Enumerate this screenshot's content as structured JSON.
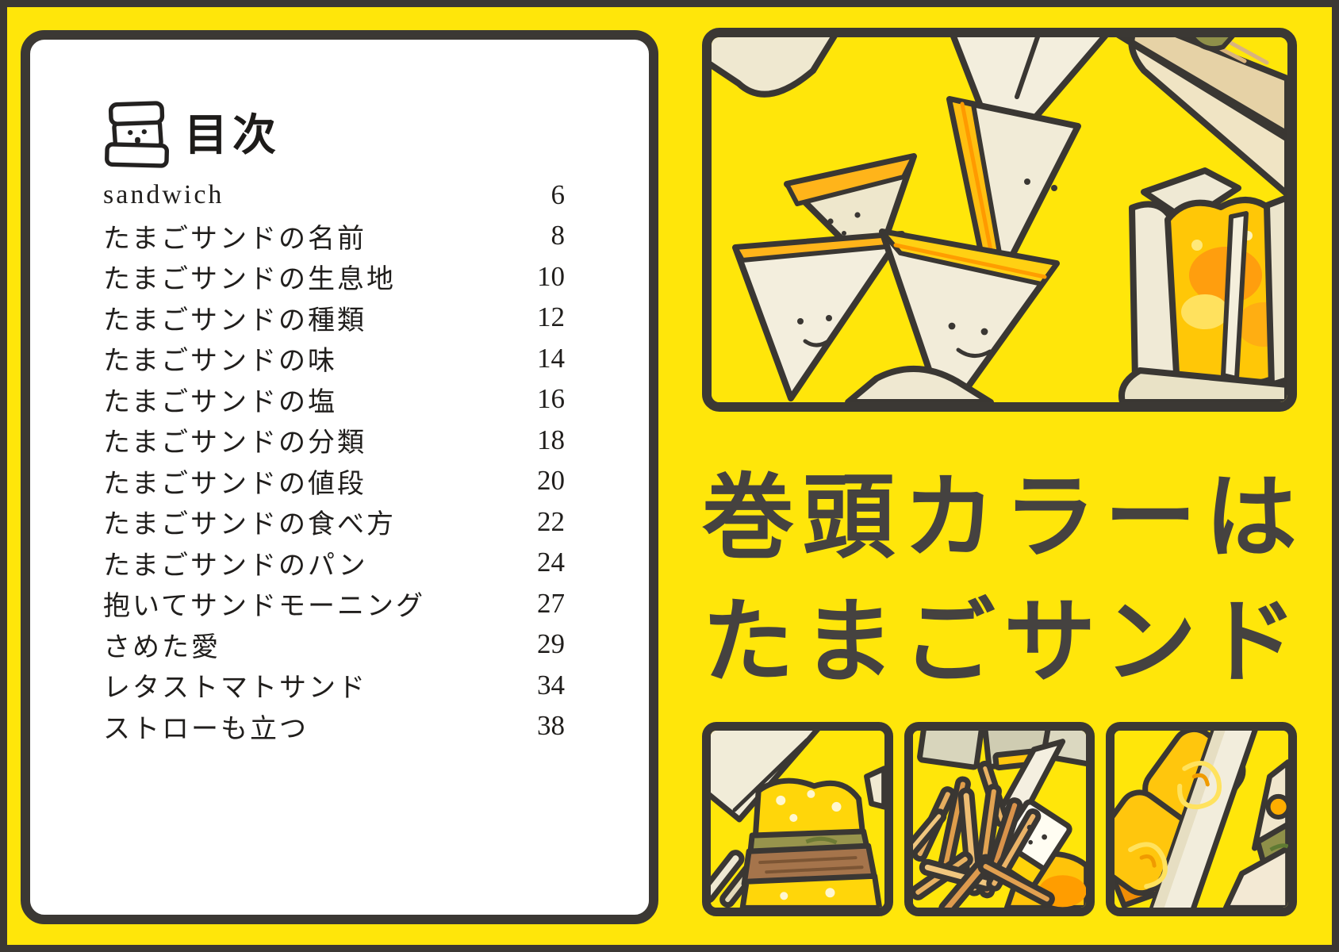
{
  "toc": {
    "heading": "目次",
    "icon": "sandwich-stack-icon",
    "items": [
      {
        "title": "sandwich",
        "page": "6"
      },
      {
        "title": "たまごサンドの名前",
        "page": "8"
      },
      {
        "title": "たまごサンドの生息地",
        "page": "10"
      },
      {
        "title": "たまごサンドの種類",
        "page": "12"
      },
      {
        "title": "たまごサンドの味",
        "page": "14"
      },
      {
        "title": "たまごサンドの塩",
        "page": "16"
      },
      {
        "title": "たまごサンドの分類",
        "page": "18"
      },
      {
        "title": "たまごサンドの値段",
        "page": "20"
      },
      {
        "title": "たまごサンドの食べ方",
        "page": "22"
      },
      {
        "title": "たまごサンドのパン",
        "page": "24"
      },
      {
        "title": "抱いてサンドモーニング",
        "page": "27"
      },
      {
        "title": "さめた愛",
        "page": "29"
      },
      {
        "title": "レタストマトサンド",
        "page": "34"
      },
      {
        "title": "ストローも立つ",
        "page": "38"
      }
    ]
  },
  "headline": {
    "line1": "巻頭カラーは",
    "line2": "たまごサンド"
  },
  "illustrations": {
    "hero": "egg-sandwich-collage",
    "thumb1": "sandwich-wedge-and-egg-sandwich",
    "thumb2": "fries-and-sandwich-box",
    "thumb3": "tamagoyaki-sandwich"
  },
  "colors": {
    "background_yellow": "#ffe60a",
    "frame_dark": "#3b3834",
    "toc_ink": "#201e1c",
    "headline_ink": "#454240",
    "bread_cream": "#f2ecd9",
    "egg_orange": "#ffae0e",
    "egg_yellow": "#ffc90a",
    "lettuce_olive": "#96934c",
    "crust_brown": "#a5744b",
    "fry_tan": "#e2a35a"
  }
}
